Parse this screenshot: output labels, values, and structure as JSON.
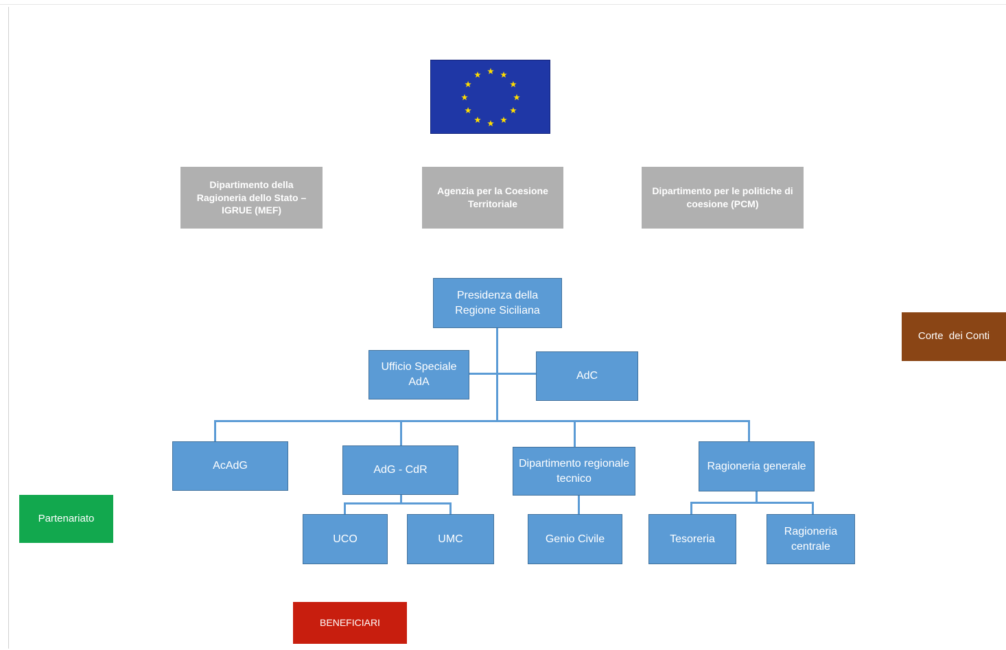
{
  "national_bodies": {
    "rgs": "Dipartimento della Ragioneria dello Stato – IGRUE (MEF)",
    "act": "Agenzia per la Coesione Territoriale",
    "dpc": "Dipartimento per le politiche di coesione (PCM)"
  },
  "regional": {
    "presidenza": "Presidenza della Regione Siciliana",
    "ufficio_ada": "Ufficio Speciale AdA",
    "adc": "AdC",
    "acadg": "AcAdG",
    "adg_cdr": "AdG - CdR",
    "dip_tecnico": "Dipartimento regionale tecnico",
    "ragioneria_generale": "Ragioneria generale",
    "uco": "UCO",
    "umc": "UMC",
    "genio_civile": "Genio Civile",
    "tesoreria": "Tesoreria",
    "ragioneria_centrale": "Ragioneria centrale"
  },
  "other_bodies": {
    "corte_conti": "Corte  dei Conti",
    "partenariato": "Partenariato",
    "beneficiari": "BENEFICIARI"
  },
  "colors": {
    "eu_blue": "#1f37a6",
    "eu_star": "#ffdd00",
    "national_gray": "#b0b0b0",
    "regional_blue": "#5b9bd5",
    "partenariato_green": "#12a84e",
    "corte_brown": "#8a4515",
    "beneficiari_red": "#c81e0e"
  },
  "icons": {
    "eu_flag": "eu-flag-icon"
  }
}
